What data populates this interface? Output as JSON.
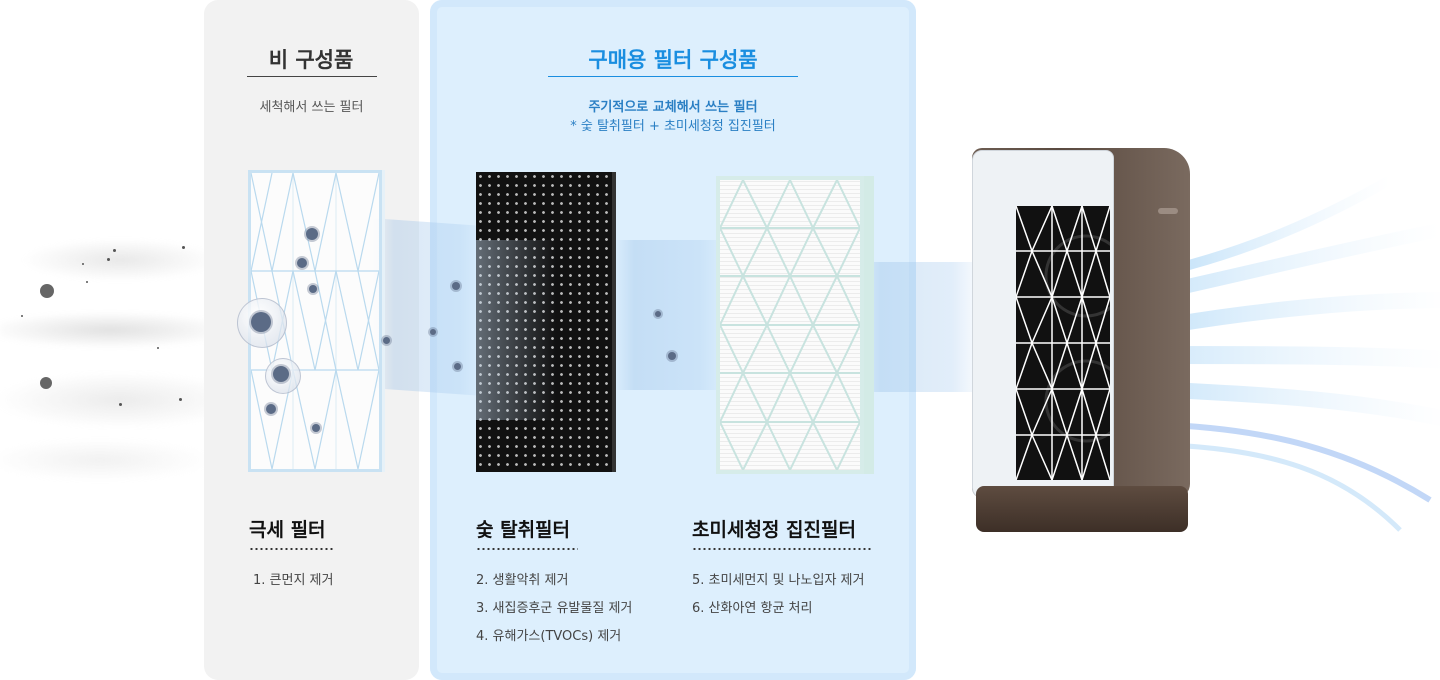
{
  "header": {
    "non_component": {
      "title": "비 구성품",
      "subtitle": "세척해서 쓰는 필터"
    },
    "purchase_component": {
      "title": "구매용 필터 구성품",
      "subtitle_line1": "주기적으로 교체해서 쓰는 필터",
      "subtitle_line2": "* 숯 탈취필터 + 초미세청정 집진필터"
    }
  },
  "filters": [
    {
      "name": "극세 필터",
      "items": [
        "1. 큰먼지 제거"
      ]
    },
    {
      "name": "숯 탈취필터",
      "items": [
        "2. 생활악취 제거",
        "3. 새집증후군 유발물질 제거",
        "4. 유해가스(TVOCs) 제거"
      ]
    },
    {
      "name": "초미세청정 집진필터",
      "items": [
        "5. 초미세먼지 및 나노입자 제거",
        "6. 산화아연 항균 처리"
      ]
    }
  ],
  "colors": {
    "gray_panel": "#f2f2f2",
    "blue_panel": "#ddeffd",
    "accent_blue": "#1a8ee0",
    "purifier_brown": "#5a4a40"
  }
}
